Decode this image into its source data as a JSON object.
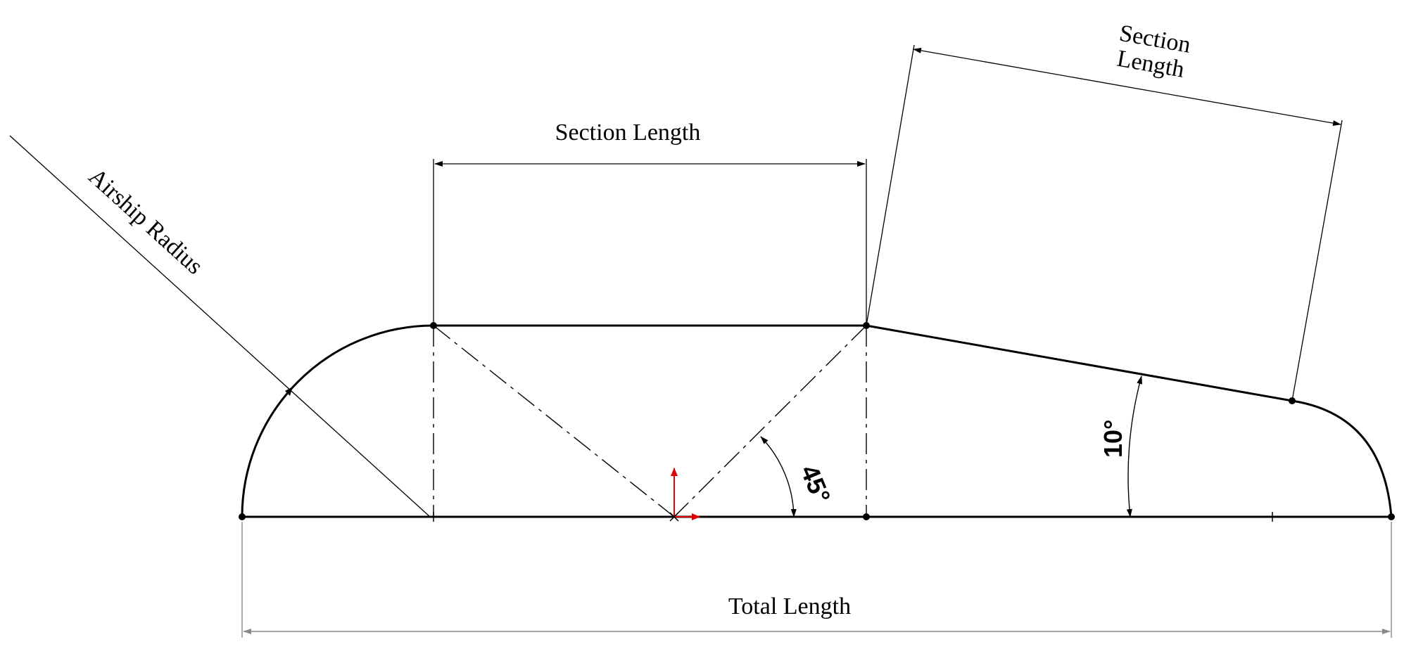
{
  "labels": {
    "section_length_top": "Section Length",
    "section_length_right_line1": "Section",
    "section_length_right_line2": "Length",
    "airship_radius": "Airship Radius",
    "total_length": "Total Length",
    "angle_45": "45°",
    "angle_10": "10°"
  },
  "colors": {
    "geometry": "#000000",
    "dimension": "#000000",
    "total_dimension": "#8a8a8a",
    "origin_axis": "#e00000"
  }
}
